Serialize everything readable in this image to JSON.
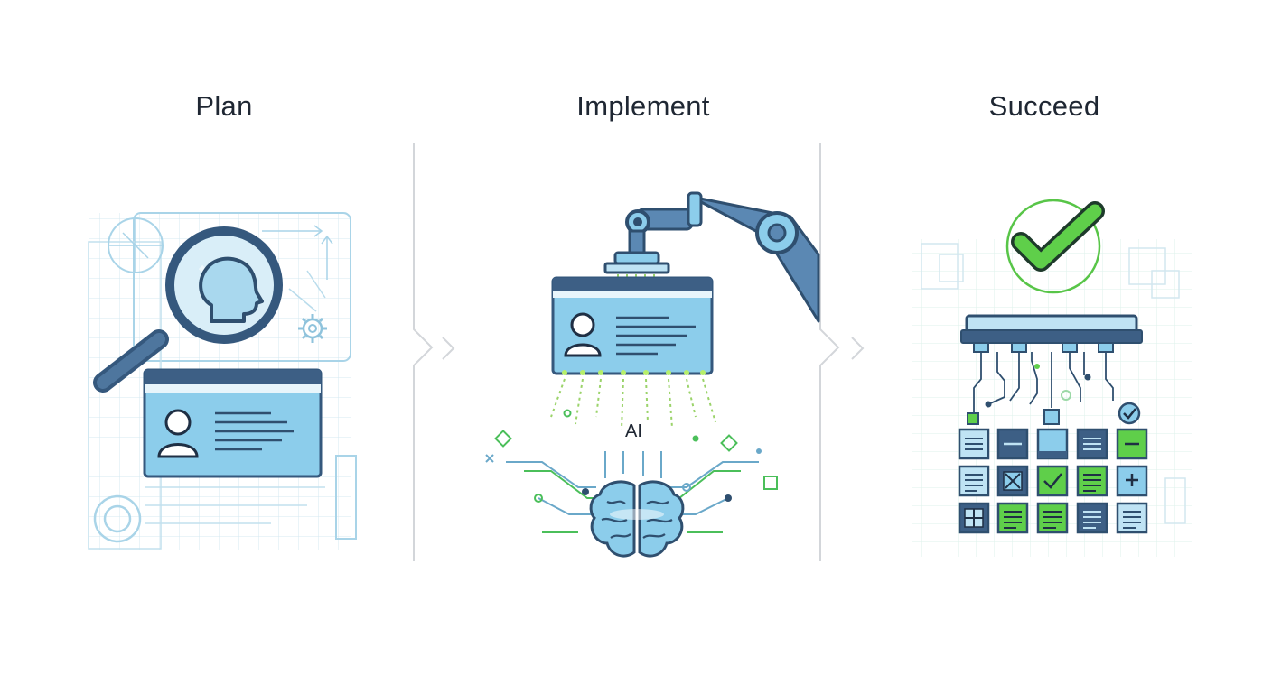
{
  "stages": [
    {
      "title": "Plan"
    },
    {
      "title": "Implement"
    },
    {
      "title": "Succeed"
    }
  ],
  "implement": {
    "ai_label": "AI"
  },
  "colors": {
    "navy": "#3d5f85",
    "light_blue": "#8ccdeb",
    "sky": "#bfe3f4",
    "green": "#57c24a",
    "faint_grid": "#cde3ee",
    "divider": "#d3d6da"
  }
}
